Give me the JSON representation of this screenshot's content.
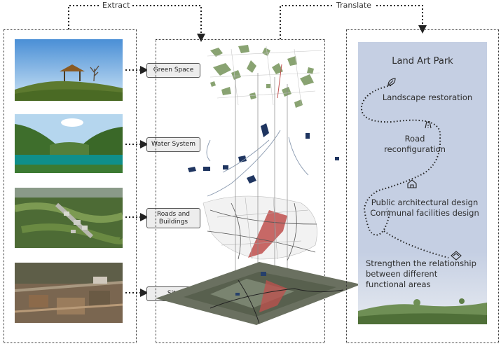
{
  "flow": {
    "extract_label": "Extract",
    "translate_label": "Translate"
  },
  "layers": [
    {
      "label": "Green Space"
    },
    {
      "label": "Water System"
    },
    {
      "label": "Roads and Buildings"
    },
    {
      "label": "Site"
    }
  ],
  "right_panel": {
    "title": "Land Art Park",
    "items": [
      {
        "text": "Landscape restoration"
      },
      {
        "text": "Road reconfiguration"
      },
      {
        "text": "Public architectural design Communal facilities design"
      },
      {
        "text": "Strengthen the relationship between different functional areas"
      }
    ]
  },
  "colors": {
    "panel_blue": "#c5cfe3",
    "green": "#6f8f55",
    "water": "#223a66",
    "red_zone": "#c0504d"
  },
  "icons": [
    "leaf-icon",
    "road-icon",
    "house-icon",
    "diamond-icon"
  ]
}
